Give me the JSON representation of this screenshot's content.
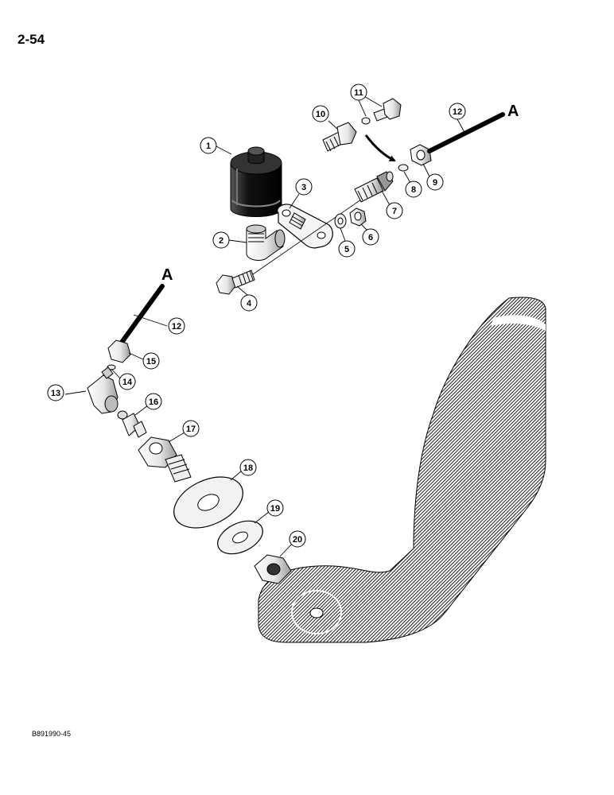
{
  "page": {
    "number": "2-54",
    "figure_code": "B891990-45"
  },
  "reference_letter": "A",
  "callouts": [
    "1",
    "2",
    "3",
    "4",
    "5",
    "6",
    "7",
    "8",
    "9",
    "10",
    "11",
    "12",
    "13",
    "14",
    "15",
    "16",
    "17",
    "18",
    "19",
    "20"
  ]
}
